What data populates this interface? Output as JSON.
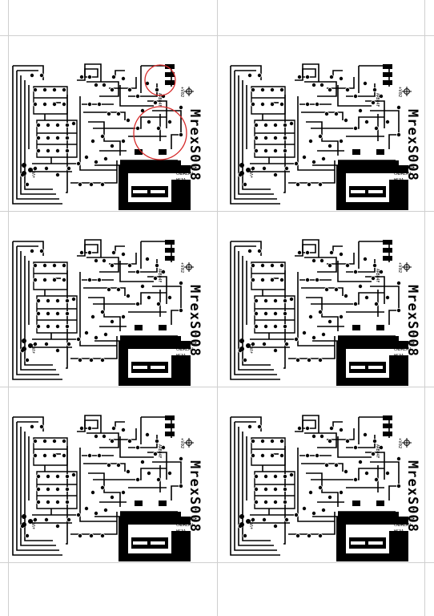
{
  "sheet": {
    "background": "#ffffff",
    "ink": "#000000",
    "highlight_color": "#d62a2a"
  },
  "board": {
    "title": "MrexS008",
    "voltage_label": "+V02",
    "transistor_label": "ARB04F",
    "output_labels": [
      "HOLIPORE",
      "CNDREAV",
      "HS3A",
      "HEZS"
    ],
    "corner_label": "+V02",
    "registration_mark": "crosshair-target"
  },
  "grid": {
    "columns": 2,
    "rows": 3,
    "highlighted_copy": 0
  }
}
